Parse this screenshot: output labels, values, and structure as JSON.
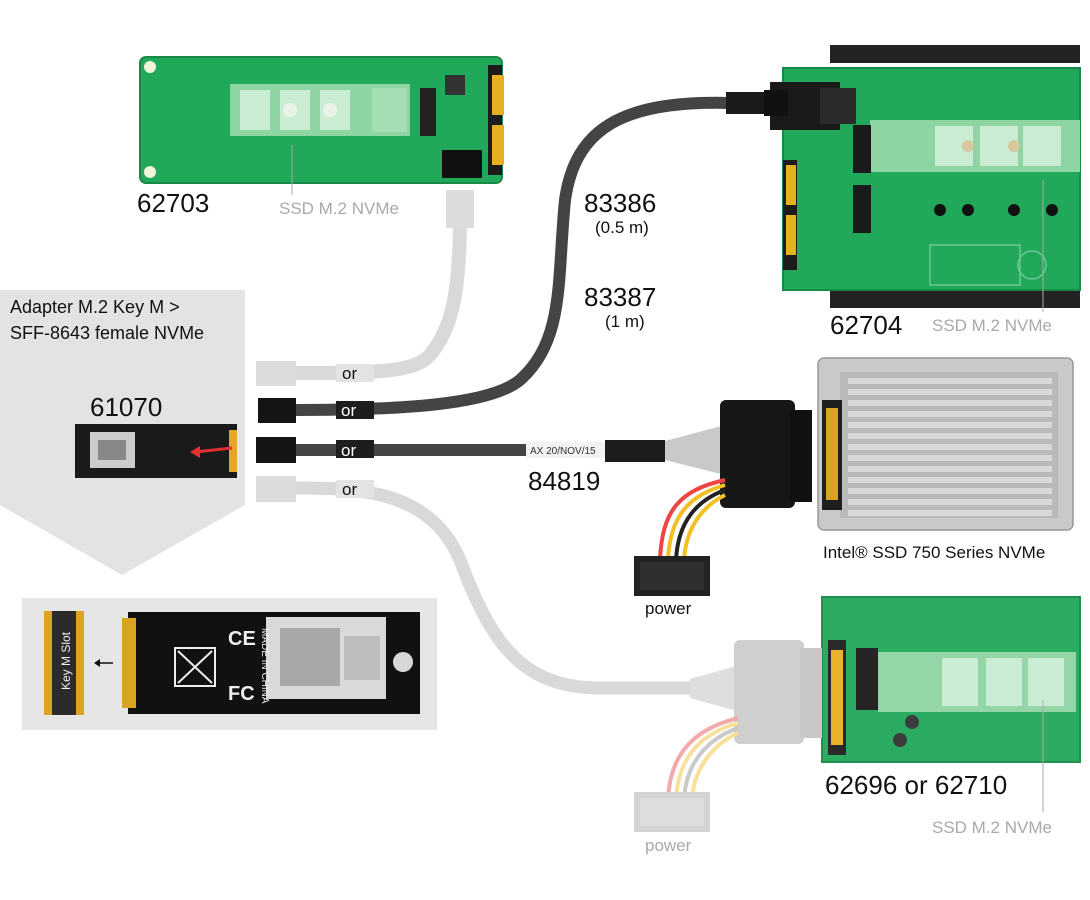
{
  "products": {
    "p62703": "62703",
    "p62704": "62704",
    "p61070": "61070",
    "p62696": "62696 or 62710"
  },
  "cables": {
    "c83386": "83386",
    "c83386_len": "(0.5 m)",
    "c83387": "83387",
    "c83387_len": "(1 m)",
    "c84819": "84819",
    "cable_print": "AX 20/NOV/15"
  },
  "labels": {
    "ssd_m2_nvme": "SSD M.2 NVMe",
    "adapter_desc_line1": "Adapter M.2 Key M >",
    "adapter_desc_line2": "SFF-8643 female NVMe",
    "intel_ssd": "Intel® SSD 750 Series NVMe",
    "power": "power",
    "or": "or",
    "key_m_slot": "Key M Slot",
    "made_in_china": "MADE IN CHINA"
  },
  "colors": {
    "pcb_green": "#1fa75a",
    "pcb_black": "#1a1a1a",
    "cable_dark": "#3a3a3a",
    "cable_light": "#d6d6d6",
    "panel_gray": "#e6e6e6",
    "callout_gray": "#a9a9a9"
  }
}
